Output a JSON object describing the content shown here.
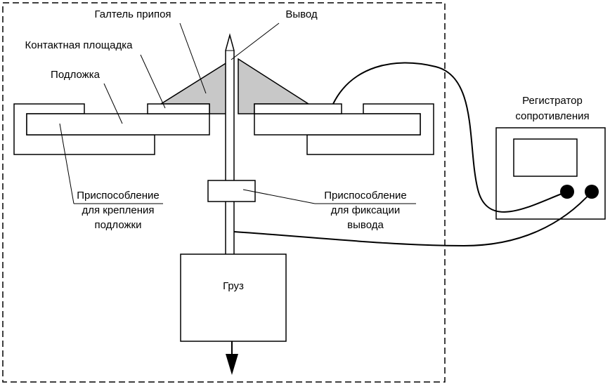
{
  "labels": {
    "fillet": "Галтель припоя",
    "lead": "Вывод",
    "pad": "Контактная площадка",
    "substrate": "Подложка",
    "recorder_line1": "Регистратор",
    "recorder_line2": "сопротивления",
    "substrate_fixture_line1": "Приспособление",
    "substrate_fixture_line2": "для крепления",
    "substrate_fixture_line3": "подложки",
    "lead_fixture_line1": "Приспособление",
    "lead_fixture_line2": "для фиксации",
    "lead_fixture_line3": "вывода",
    "weight": "Груз"
  },
  "colors": {
    "line": "#000000",
    "fillet_fill": "#c8c8c8",
    "background": "#ffffff"
  }
}
